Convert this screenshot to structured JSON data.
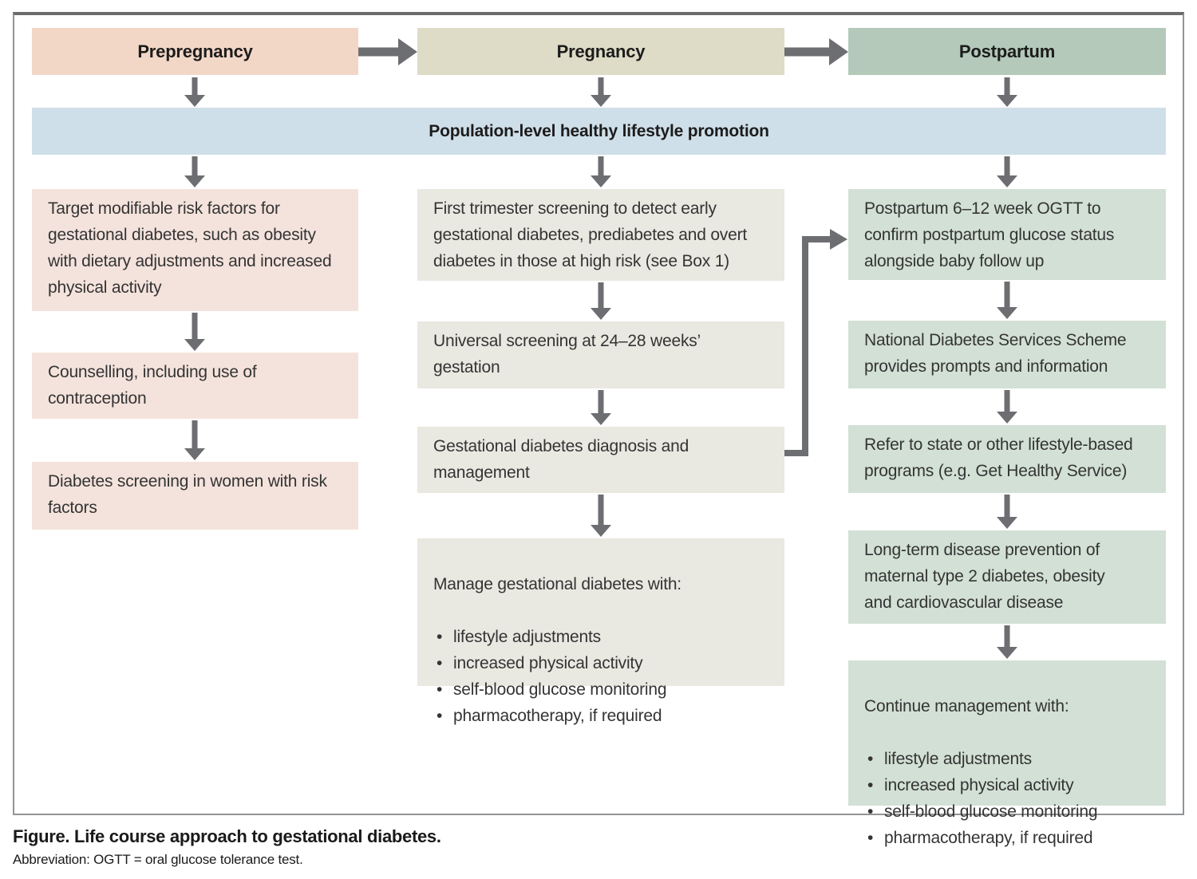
{
  "figure": {
    "stages": [
      {
        "label": "Prepregnancy"
      },
      {
        "label": "Pregnancy"
      },
      {
        "label": "Postpartum"
      }
    ],
    "banner": "Population-level healthy lifestyle promotion",
    "prepregnancy": {
      "boxes": [
        "Target modifiable risk factors for\ngestational diabetes, such as obesity\nwith dietary adjustments and increased\nphysical activity",
        "Counselling, including use of\ncontraception",
        "Diabetes screening in women with risk\nfactors"
      ]
    },
    "pregnancy": {
      "boxes": [
        "First trimester screening to detect early\ngestational diabetes, prediabetes and overt\ndiabetes in those at high risk (see Box 1)",
        "Universal screening at 24–28 weeks’\ngestation",
        "Gestational diabetes diagnosis and\nmanagement"
      ],
      "manage_box": {
        "title": "Manage gestational diabetes with:",
        "items": [
          "lifestyle adjustments",
          "increased physical activity",
          "self-blood glucose monitoring",
          "pharmacotherapy, if required"
        ]
      }
    },
    "postpartum": {
      "boxes": [
        "Postpartum 6–12 week OGTT to\nconfirm postpartum glucose status\nalongside baby follow up",
        "National Diabetes Services Scheme\nprovides prompts and information",
        "Refer to state or other lifestyle-based\nprograms (e.g. Get Healthy Service)",
        "Long-term disease prevention of\nmaternal type 2 diabetes, obesity\nand cardiovascular disease"
      ],
      "continue_box": {
        "title": "Continue management with:",
        "items": [
          "lifestyle adjustments",
          "increased physical activity",
          "self-blood glucose monitoring",
          "pharmacotherapy, if required"
        ]
      }
    },
    "caption": "Figure. Life course approach to gestational diabetes.",
    "abbreviation": "Abbreviation: OGTT = oral glucose tolerance test.",
    "colors": {
      "prepregnancy_header": "#f2d7c7",
      "prepregnancy_box": "#f4e3dc",
      "pregnancy_header": "#dedcc6",
      "pregnancy_box": "#e9e8e1",
      "postpartum_header": "#b4c9ba",
      "postpartum_box": "#d2e0d5",
      "banner": "#cfdfe9",
      "arrow": "#6d6e71",
      "frame_border": "#929497",
      "text": "#343434"
    }
  }
}
